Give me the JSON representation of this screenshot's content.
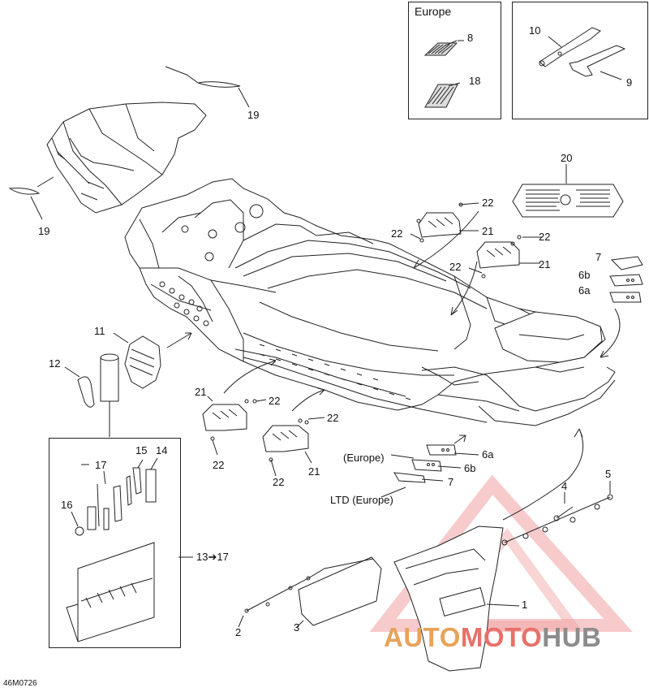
{
  "diagram_code": "46M0726",
  "callouts": {
    "c1": "1",
    "c2": "2",
    "c3": "3",
    "c4": "4",
    "c5": "5",
    "c6a_upper": "6a",
    "c6b_upper": "6b",
    "c7_upper": "7",
    "c6a_lower": "6a",
    "c6b_lower": "6b",
    "c7_lower": "7",
    "c8": "8",
    "c9": "9",
    "c10": "10",
    "c11": "11",
    "c12": "12",
    "c13_17": "13➔17",
    "c14": "14",
    "c15": "15",
    "c16": "16",
    "c17": "17",
    "c18": "18",
    "c19_top": "19",
    "c19_left": "19",
    "c20": "20",
    "c21_a": "21",
    "c21_b": "21",
    "c21_c": "21",
    "c21_d": "21",
    "c22_a": "22",
    "c22_b": "22",
    "c22_c": "22",
    "c22_d": "22",
    "c22_e": "22",
    "c22_f": "22",
    "c22_g": "22",
    "c22_h": "22"
  },
  "text_labels": {
    "europe_box_title": "Europe",
    "europe_note": "(Europe)",
    "ltd_europe_note": "LTD (Europe)"
  },
  "watermark": {
    "part1": "AUTO",
    "part2": "MOTO",
    "part3": "HUB"
  },
  "colors": {
    "line": "#222222",
    "watermark_orange": "#e8a35a",
    "watermark_red": "#e7716a",
    "watermark_grey": "#8c8c8c"
  }
}
